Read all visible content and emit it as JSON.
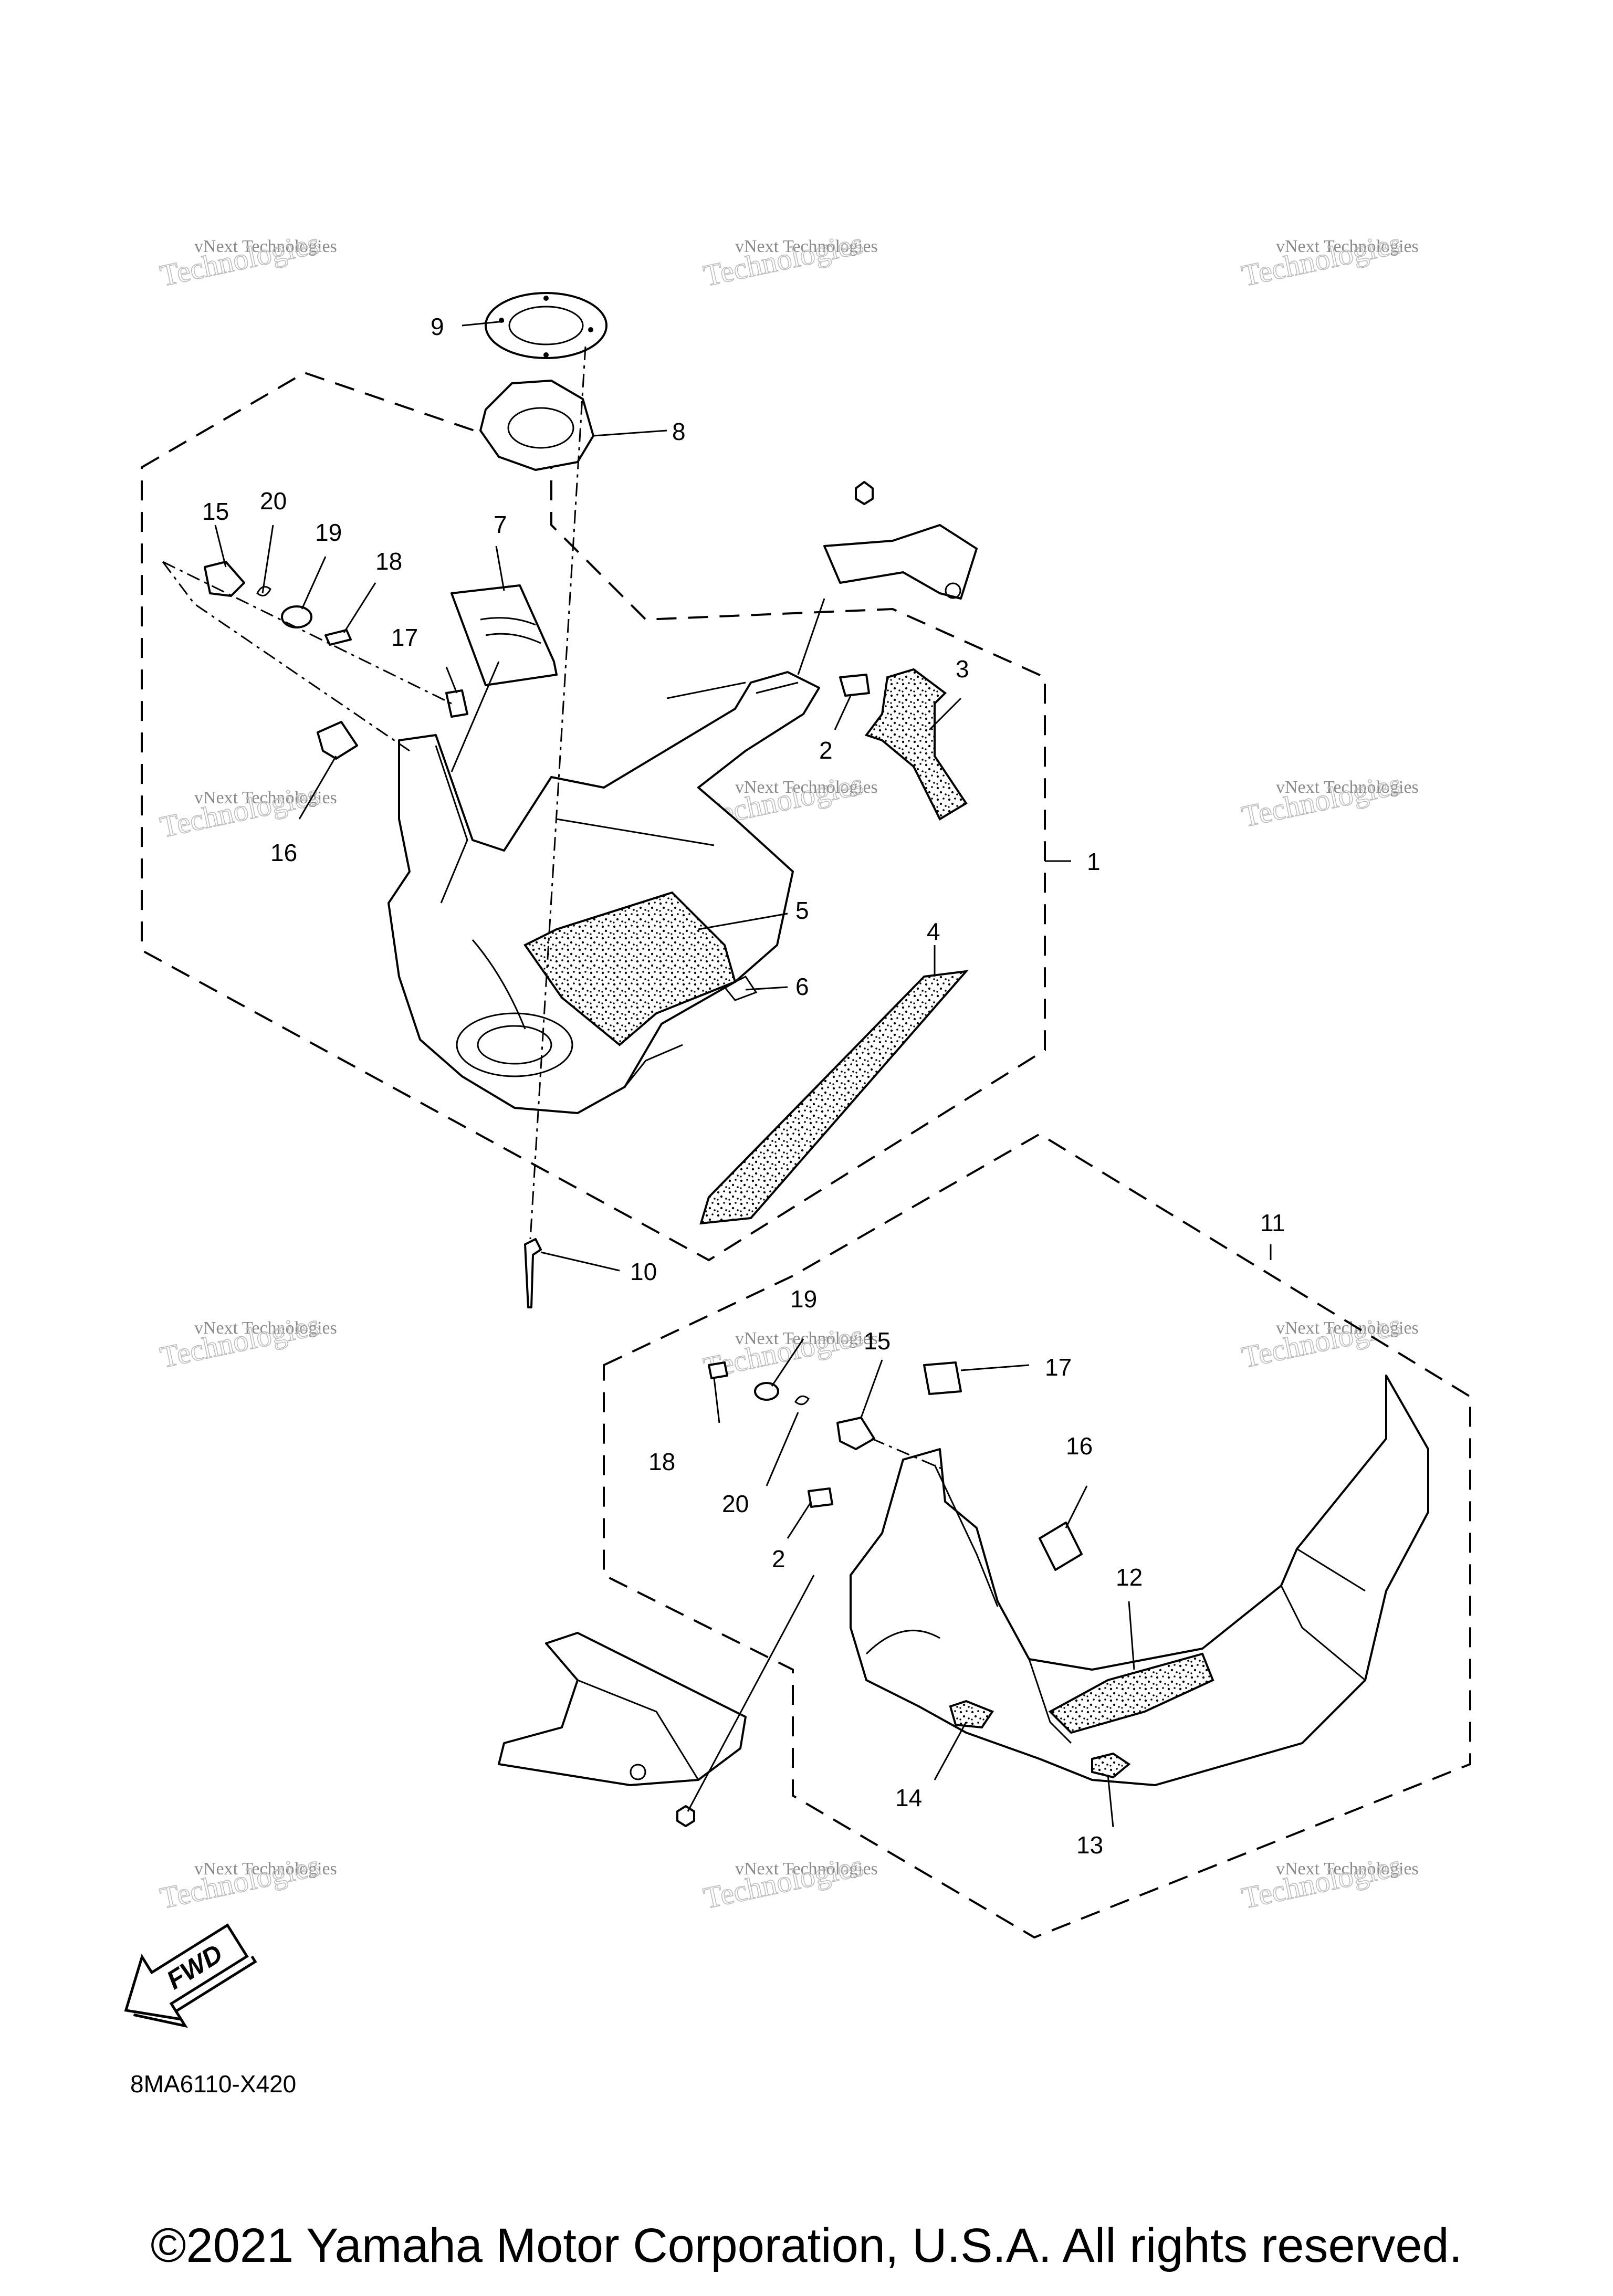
{
  "callouts": {
    "c1": "1",
    "c2a": "2",
    "c2b": "2",
    "c3": "3",
    "c4": "4",
    "c5": "5",
    "c6": "6",
    "c7": "7",
    "c8": "8",
    "c9": "9",
    "c10": "10",
    "c11": "11",
    "c12": "12",
    "c13": "13",
    "c14": "14",
    "c15a": "15",
    "c15b": "15",
    "c16a": "16",
    "c16b": "16",
    "c17a": "17",
    "c17b": "17",
    "c18a": "18",
    "c18b": "18",
    "c19a": "19",
    "c19b": "19",
    "c20a": "20",
    "c20b": "20"
  },
  "watermark": {
    "line1": "vNext Technologies",
    "line2": "Technologies"
  },
  "fwd_label": "FWD",
  "diagram_code": "8MA6110-X420",
  "copyright": "©2021 Yamaha Motor Corporation, U.S.A. All rights reserved."
}
